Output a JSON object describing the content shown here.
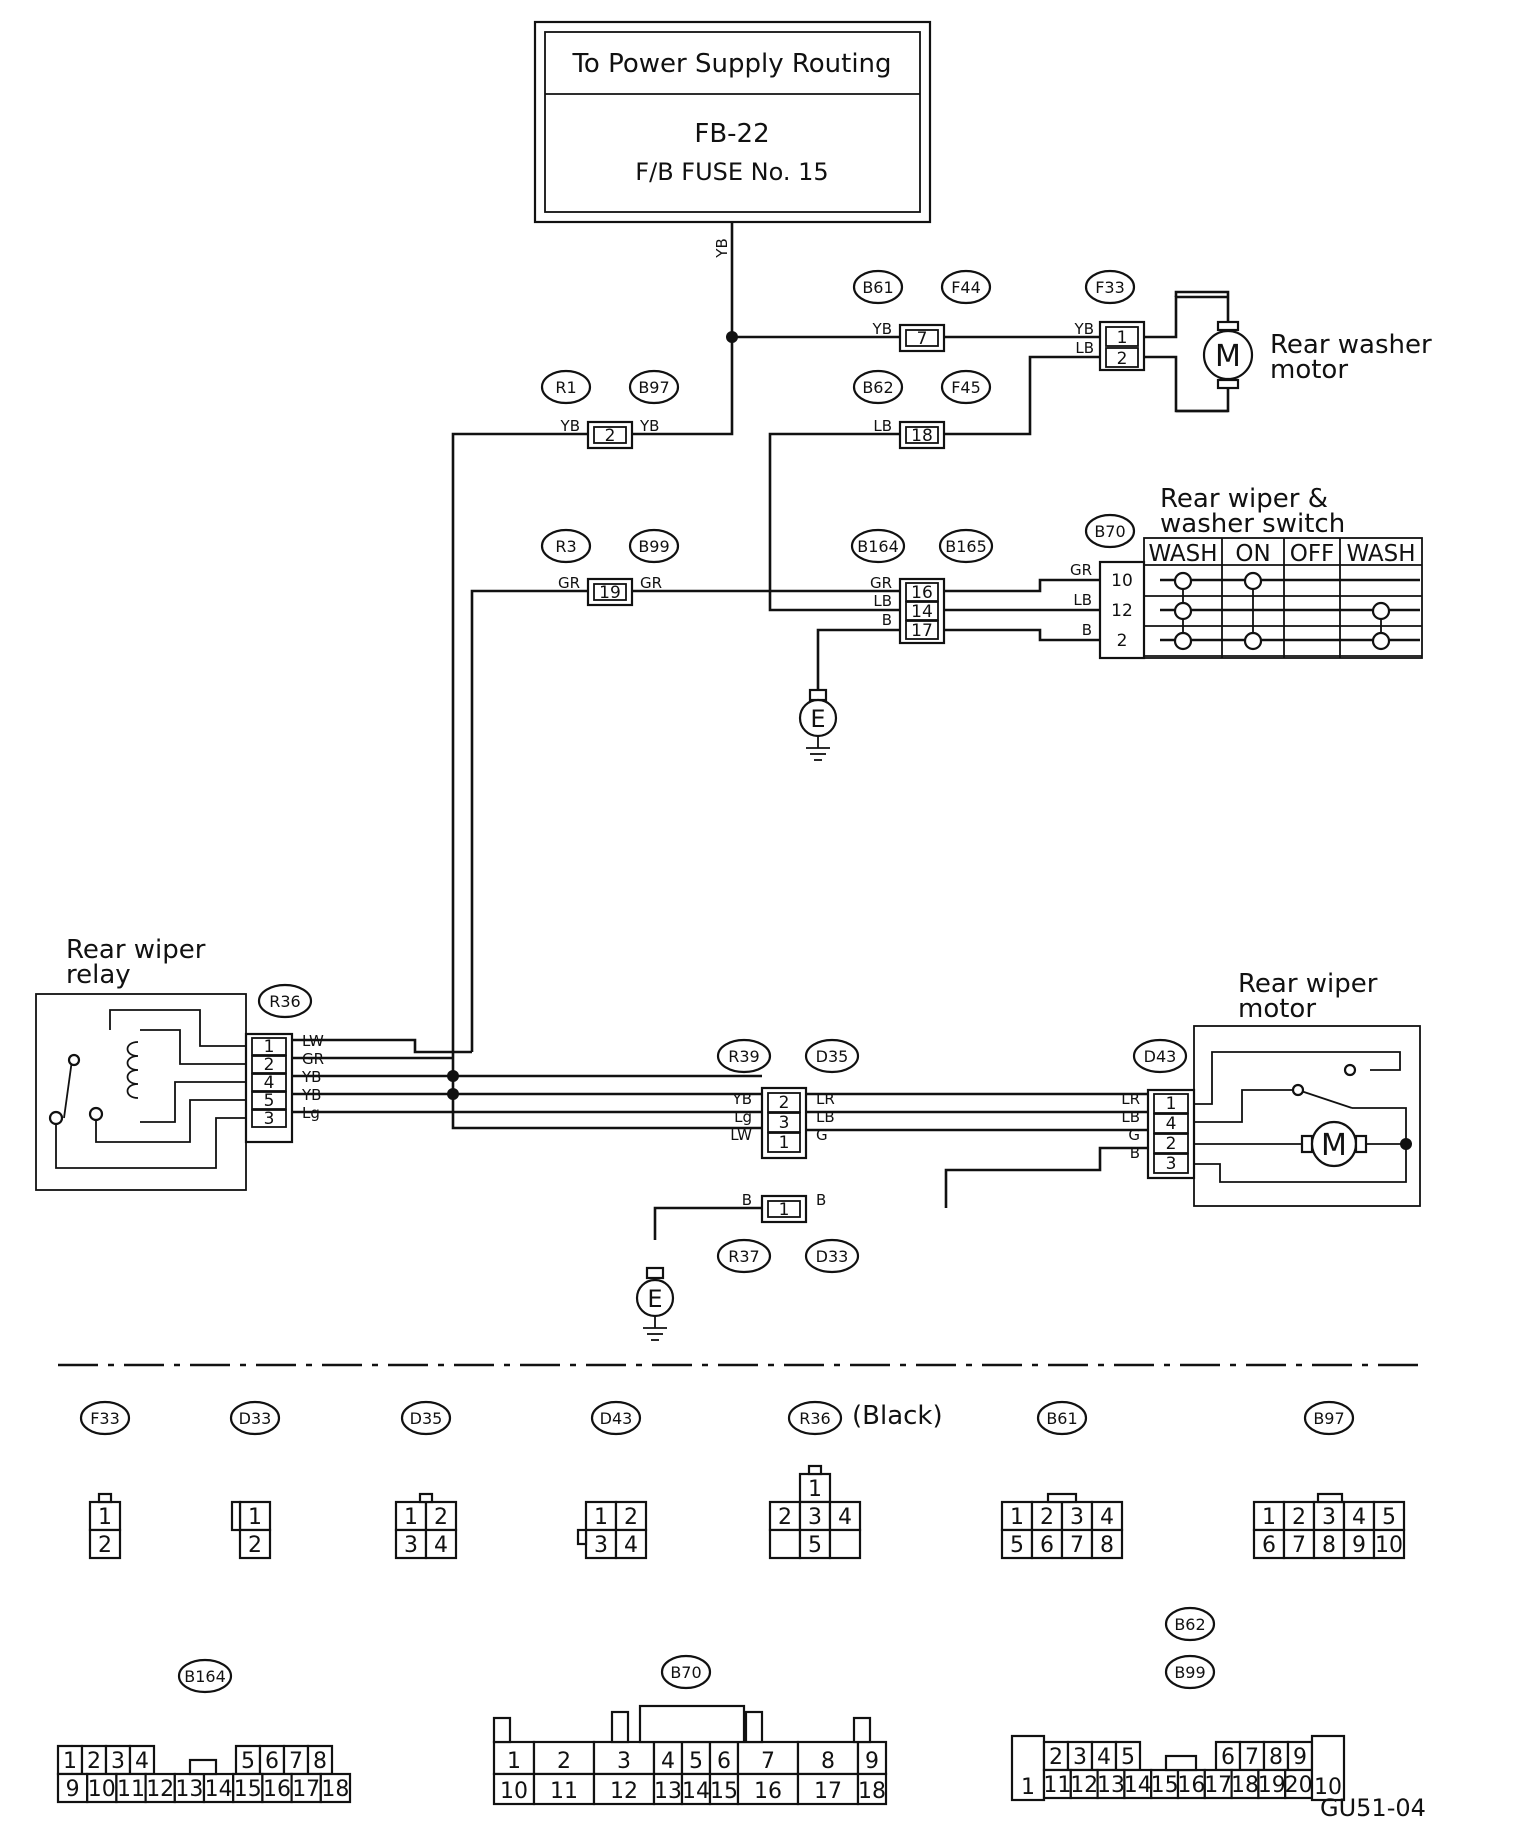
{
  "source": {
    "title": "To Power Supply Routing",
    "fb": "FB-22",
    "fuse": "F/B FUSE No. 15"
  },
  "components": {
    "rear_washer_motor": [
      "Rear washer",
      "motor"
    ],
    "rear_wiper_washer_switch": [
      "Rear wiper &",
      "washer switch"
    ],
    "rear_wiper_relay": [
      "Rear wiper",
      "relay"
    ],
    "rear_wiper_motor": [
      "Rear wiper",
      "motor"
    ],
    "ground": "E",
    "motor_symbol": "M",
    "r36_note": "(Black)",
    "figure_code": "GU51-04"
  },
  "switch_table": {
    "columns": [
      "WASH",
      "ON",
      "OFF",
      "WASH"
    ],
    "terminals": [
      "10",
      "12",
      "2"
    ],
    "wires": [
      "GR",
      "LB",
      "B"
    ]
  },
  "connectors": {
    "B61": {
      "id": "B61",
      "pin": "7",
      "wire": "YB"
    },
    "F44": {
      "id": "F44"
    },
    "F33": {
      "id": "F33",
      "pins": [
        "1",
        "2"
      ],
      "wires": [
        "YB",
        "LB"
      ]
    },
    "R1": {
      "id": "R1",
      "pin": "2",
      "wire_left": "YB",
      "wire_right": "YB"
    },
    "B97": {
      "id": "B97"
    },
    "B62": {
      "id": "B62",
      "pin": "18",
      "wire": "LB"
    },
    "F45": {
      "id": "F45"
    },
    "R3": {
      "id": "R3",
      "pin": "19",
      "wire_left": "GR",
      "wire_right": "GR"
    },
    "B99": {
      "id": "B99"
    },
    "B164": {
      "id": "B164",
      "pins": [
        "16",
        "14",
        "17"
      ],
      "wires": [
        "GR",
        "LB",
        "B"
      ]
    },
    "B165": {
      "id": "B165"
    },
    "B70": {
      "id": "B70"
    },
    "R36": {
      "id": "R36",
      "pins": [
        "1",
        "2",
        "4",
        "5",
        "3"
      ],
      "wires": [
        "LW",
        "GR",
        "YB",
        "YB",
        "Lg"
      ]
    },
    "R39": {
      "id": "R39",
      "pins": [
        "2",
        "3",
        "1"
      ],
      "wires": [
        "YB",
        "Lg",
        "LW"
      ]
    },
    "D35": {
      "id": "D35",
      "wires": [
        "LR",
        "LB",
        "G"
      ]
    },
    "D43": {
      "id": "D43",
      "pins": [
        "1",
        "4",
        "2",
        "3"
      ],
      "wires": [
        "LR",
        "LB",
        "G",
        "B"
      ]
    },
    "R37": {
      "id": "R37",
      "pin": "1",
      "wire_left": "B",
      "wire_right": "B"
    },
    "D33": {
      "id": "D33"
    },
    "trunk_wire": "YB"
  },
  "faces": {
    "F33": {
      "id": "F33",
      "rows": [
        [
          "1"
        ],
        [
          "2"
        ]
      ]
    },
    "D33": {
      "id": "D33",
      "rows": [
        [
          "1"
        ],
        [
          "2"
        ]
      ]
    },
    "D35": {
      "id": "D35",
      "rows": [
        [
          "1",
          "2"
        ],
        [
          "3",
          "4"
        ]
      ]
    },
    "D43": {
      "id": "D43",
      "rows": [
        [
          "1",
          "2"
        ],
        [
          "3",
          "4"
        ]
      ]
    },
    "R36": {
      "id": "R36",
      "rows": [
        [
          "1"
        ],
        [
          "2",
          "3",
          "4"
        ],
        [
          "5"
        ]
      ]
    },
    "B61": {
      "id": "B61",
      "rows": [
        [
          "1",
          "2",
          "3",
          "4"
        ],
        [
          "5",
          "6",
          "7",
          "8"
        ]
      ]
    },
    "B97": {
      "id": "B97",
      "rows": [
        [
          "1",
          "2",
          "3",
          "4",
          "5"
        ],
        [
          "6",
          "7",
          "8",
          "9",
          "10"
        ]
      ]
    },
    "B164": {
      "id": "B164",
      "top": [
        "1",
        "2",
        "3",
        "4",
        "5",
        "6",
        "7",
        "8"
      ],
      "bottom": [
        "9",
        "10",
        "11",
        "12",
        "13",
        "14",
        "15",
        "16",
        "17",
        "18"
      ]
    },
    "B70": {
      "id": "B70",
      "top": [
        "1",
        "2",
        "3",
        "4",
        "5",
        "6",
        "7",
        "8",
        "9"
      ],
      "bottom": [
        "10",
        "11",
        "12",
        "13",
        "14",
        "15",
        "16",
        "17",
        "18"
      ]
    },
    "B62_B99": {
      "ids": [
        "B62",
        "B99"
      ],
      "left": "1",
      "top": [
        "2",
        "3",
        "4",
        "5",
        "6",
        "7",
        "8",
        "9"
      ],
      "bottom": [
        "11",
        "12",
        "13",
        "14",
        "15",
        "16",
        "17",
        "18",
        "19",
        "20"
      ],
      "right": "10"
    }
  }
}
